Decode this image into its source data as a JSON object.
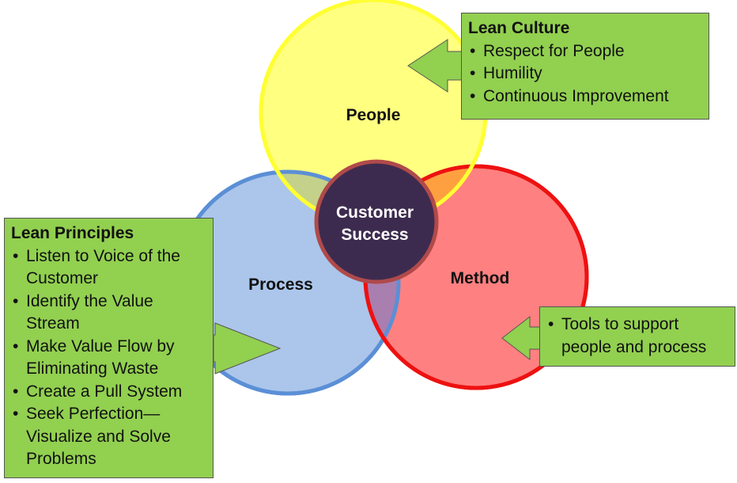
{
  "circles": {
    "people": {
      "label": "People",
      "fill": "#ffff80",
      "stroke": "#ffff33"
    },
    "process": {
      "label": "Process",
      "fill": "#abc6ea",
      "stroke": "#5b8fd6"
    },
    "method": {
      "label": "Method",
      "fill": "#ff8080",
      "stroke": "#ee1111"
    }
  },
  "center": {
    "line1": "Customer",
    "line2": "Success",
    "fill": "#3d2b4f",
    "stroke": "#b04a4a"
  },
  "lean_culture": {
    "title": "Lean Culture",
    "items": [
      "Respect for People",
      "Humility",
      "Continuous Improvement"
    ]
  },
  "lean_principles": {
    "title": "Lean Principles",
    "items": [
      "Listen to Voice of the Customer",
      "Identify the Value Stream",
      "Make Value Flow by Eliminating Waste",
      "Create a Pull System",
      "Seek Perfection—Visualize and Solve Problems"
    ]
  },
  "method_note": {
    "items": [
      "Tools to support people and process"
    ]
  },
  "colors": {
    "callout_fill": "#92d050",
    "callout_border": "#555555"
  }
}
